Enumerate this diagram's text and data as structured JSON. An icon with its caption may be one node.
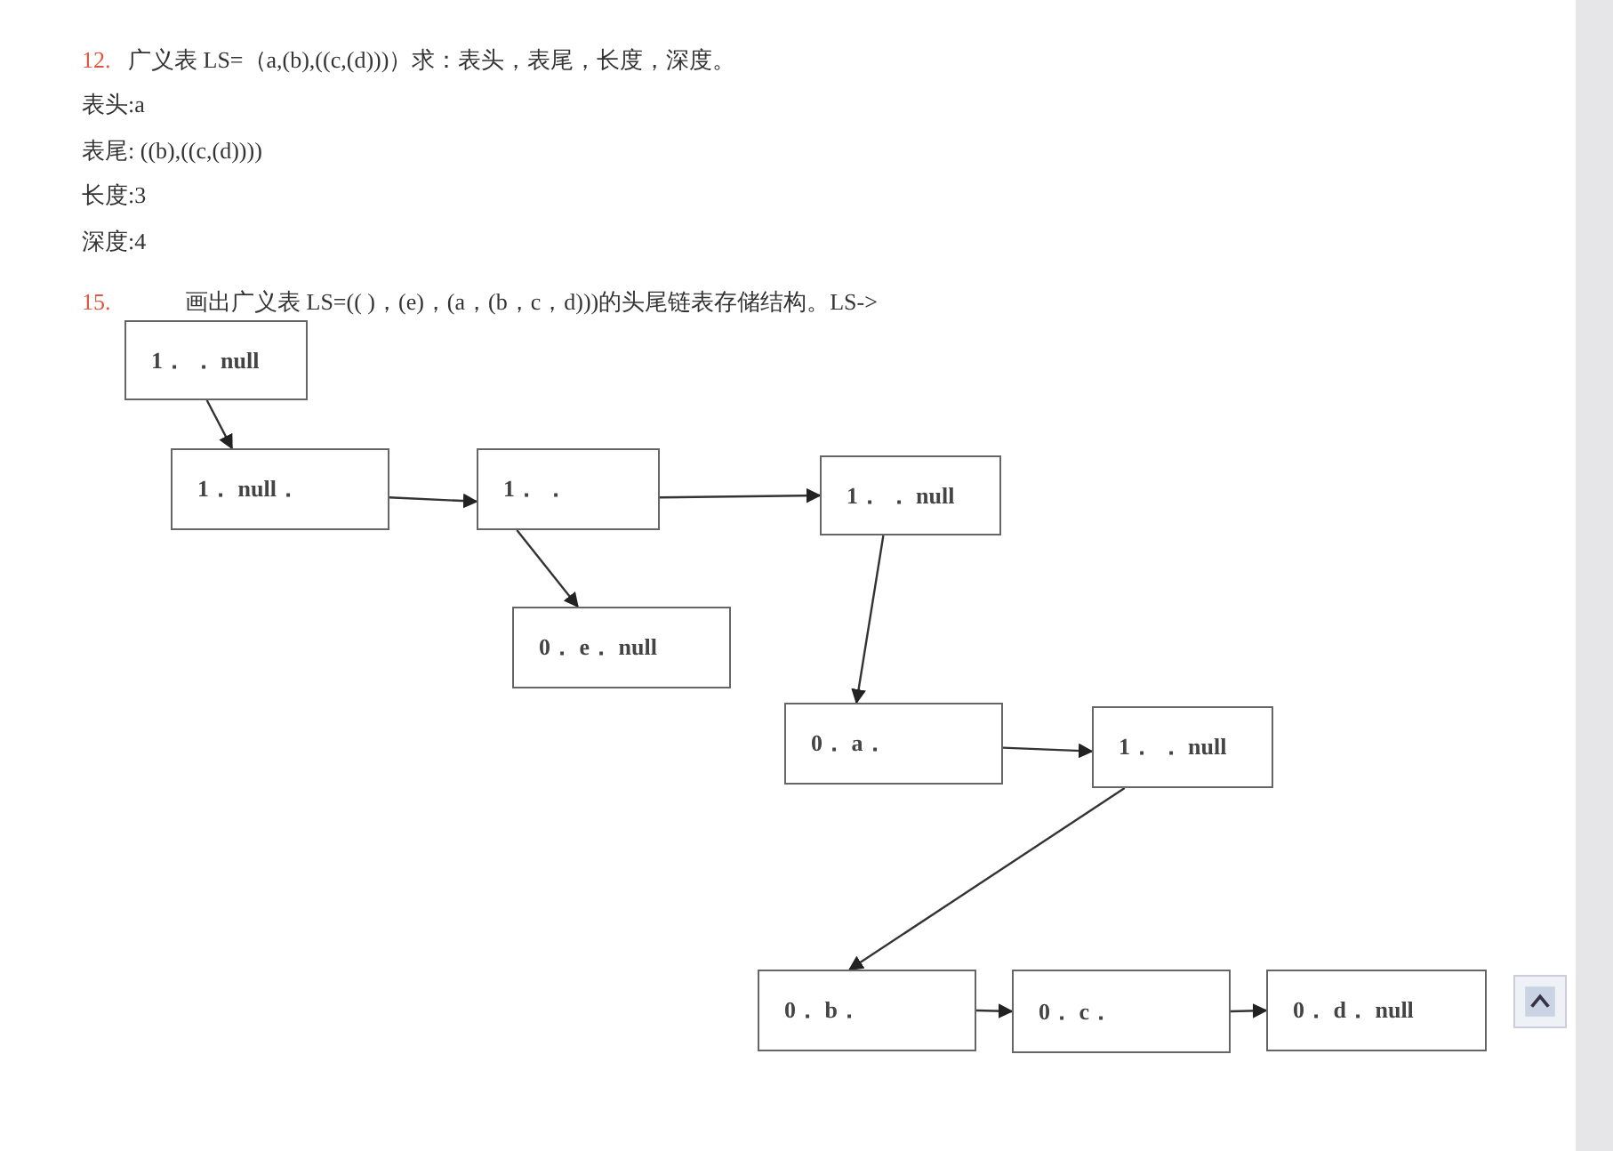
{
  "diagram": {
    "nodes": [
      {
        "text": [
          "1． ． null"
        ]
      },
      {
        "text": [
          "1． null．"
        ]
      },
      {
        "text": [
          "1． ．"
        ]
      },
      {
        "text": [
          "1． ． null"
        ]
      },
      {
        "text": [
          "0． e． null"
        ]
      },
      {
        "text": [
          "0． a．"
        ]
      },
      {
        "text": [
          "1． ． null"
        ]
      },
      {
        "text": [
          "0． b．"
        ]
      },
      {
        "text": [
          "0． c．"
        ]
      },
      {
        "text": [
          "0． d． null"
        ]
      }
    ],
    "edges": [
      {
        "from": 0,
        "to": 1,
        "arrow": "to"
      },
      {
        "from": 1,
        "to": 2,
        "arrow": "to"
      },
      {
        "from": 2,
        "to": 3,
        "arrow": "to"
      },
      {
        "from": 2,
        "to": 4,
        "arrow": "to"
      },
      {
        "from": 3,
        "to": 5,
        "arrow": "to"
      },
      {
        "from": 5,
        "to": 6,
        "arrow": "to"
      },
      {
        "from": 6,
        "to": 7,
        "arrow": "to"
      },
      {
        "from": 7,
        "to": 8,
        "arrow": "to"
      },
      {
        "from": 8,
        "to": 9,
        "arrow": "to"
      }
    ],
    "labels": [
      "12.",
      "广义表 LS=（a,(b),((c,(d)))）求：表头，表尾，长度，深度。",
      "表头:a",
      "表尾: ((b),((c,(d))))",
      "长度:3",
      "深度:4",
      "15.",
      "画出广义表 LS=(( )，(e)，(a，(b，c，d)))的头尾链表存储结构。LS->"
    ]
  }
}
